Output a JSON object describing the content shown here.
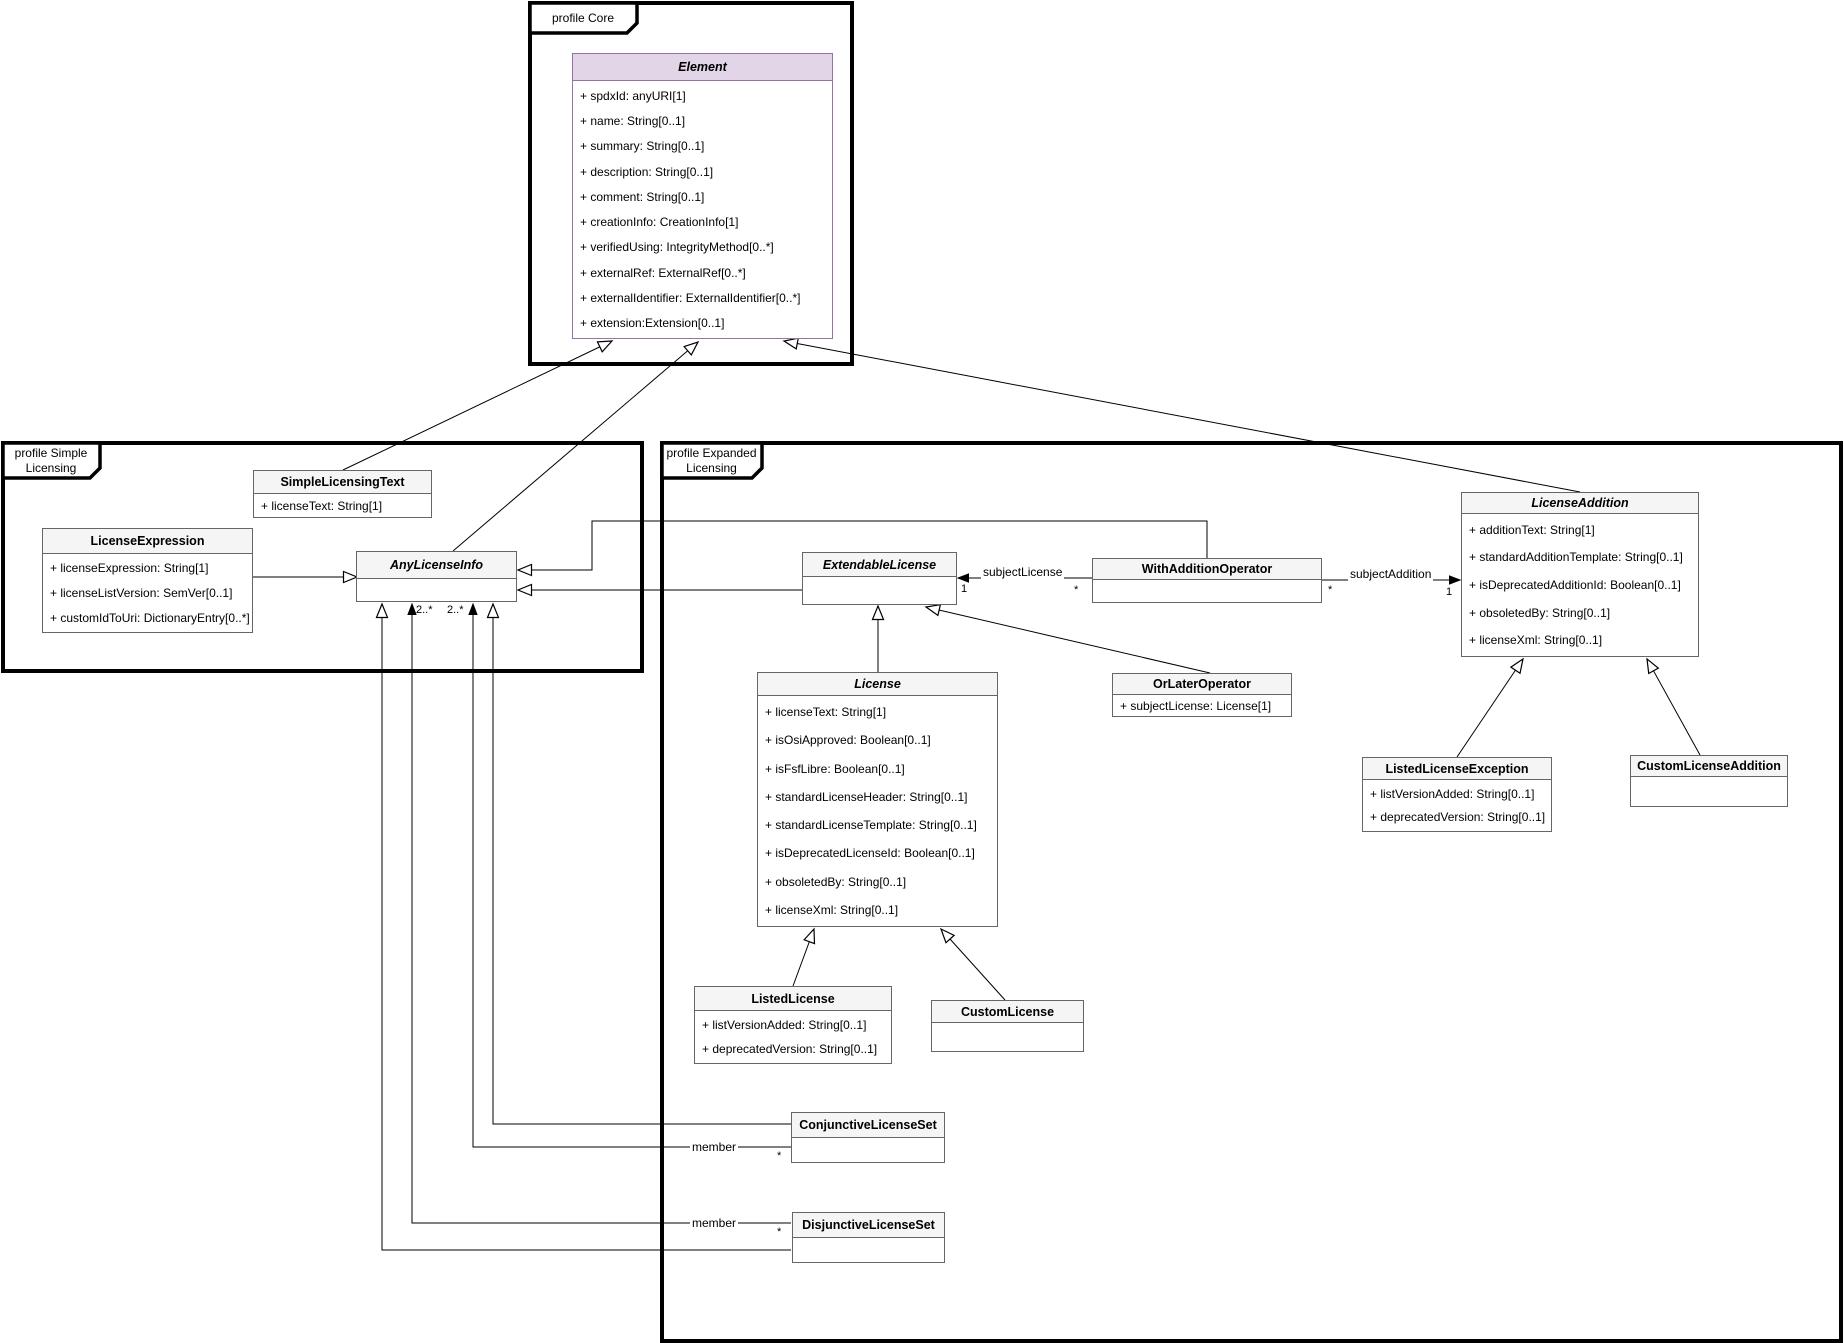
{
  "diagram_type": "uml-class-diagram",
  "packages": {
    "core": {
      "label": "profile Core"
    },
    "simple": {
      "label": "profile Simple Licensing"
    },
    "expanded": {
      "label": "profile Expanded Licensing"
    }
  },
  "classes": {
    "element": {
      "name": "Element",
      "abstract": true,
      "attributes": [
        "+ spdxId: anyURI[1]",
        "+ name: String[0..1]",
        "+ summary: String[0..1]",
        "+ description: String[0..1]",
        "+ comment: String[0..1]",
        "+ creationInfo: CreationInfo[1]",
        "+ verifiedUsing: IntegrityMethod[0..*]",
        "+ externalRef: ExternalRef[0..*]",
        "+ externalIdentifier: ExternalIdentifier[0..*]",
        "+ extension:Extension[0..1]"
      ]
    },
    "simpleLicensingText": {
      "name": "SimpleLicensingText",
      "abstract": false,
      "attributes": [
        "+ licenseText: String[1]"
      ]
    },
    "licenseExpression": {
      "name": "LicenseExpression",
      "abstract": false,
      "attributes": [
        "+ licenseExpression: String[1]",
        "+ licenseListVersion: SemVer[0..1]",
        "+ customIdToUri: DictionaryEntry[0..*]"
      ]
    },
    "anyLicenseInfo": {
      "name": "AnyLicenseInfo",
      "abstract": true,
      "attributes": []
    },
    "extendableLicense": {
      "name": "ExtendableLicense",
      "abstract": true,
      "attributes": []
    },
    "withAdditionOperator": {
      "name": "WithAdditionOperator",
      "abstract": false,
      "attributes": []
    },
    "licenseAddition": {
      "name": "LicenseAddition",
      "abstract": true,
      "attributes": [
        "+ additionText: String[1]",
        "+ standardAdditionTemplate: String[0..1]",
        "+ isDeprecatedAdditionId: Boolean[0..1]",
        "+ obsoletedBy: String[0..1]",
        "+ licenseXml: String[0..1]"
      ]
    },
    "license": {
      "name": "License",
      "abstract": true,
      "attributes": [
        "+ licenseText: String[1]",
        "+ isOsiApproved: Boolean[0..1]",
        "+ isFsfLibre: Boolean[0..1]",
        "+ standardLicenseHeader: String[0..1]",
        "+ standardLicenseTemplate: String[0..1]",
        "+ isDeprecatedLicenseId: Boolean[0..1]",
        "+ obsoletedBy: String[0..1]",
        "+ licenseXml: String[0..1]"
      ]
    },
    "orLaterOperator": {
      "name": "OrLaterOperator",
      "abstract": false,
      "attributes": [
        "+ subjectLicense: License[1]"
      ]
    },
    "listedLicenseException": {
      "name": "ListedLicenseException",
      "abstract": false,
      "attributes": [
        "+ listVersionAdded: String[0..1]",
        "+ deprecatedVersion: String[0..1]"
      ]
    },
    "customLicenseAddition": {
      "name": "CustomLicenseAddition",
      "abstract": false,
      "attributes": []
    },
    "listedLicense": {
      "name": "ListedLicense",
      "abstract": false,
      "attributes": [
        "+ listVersionAdded: String[0..1]",
        "+ deprecatedVersion: String[0..1]"
      ]
    },
    "customLicense": {
      "name": "CustomLicense",
      "abstract": false,
      "attributes": []
    },
    "conjunctiveLicenseSet": {
      "name": "ConjunctiveLicenseSet",
      "abstract": false,
      "attributes": []
    },
    "disjunctiveLicenseSet": {
      "name": "DisjunctiveLicenseSet",
      "abstract": false,
      "attributes": []
    }
  },
  "edges": {
    "subject_license": {
      "label": "subjectLicense",
      "source_mult": "*",
      "target_mult": "1"
    },
    "subject_addition": {
      "label": "subjectAddition",
      "source_mult": "*",
      "target_mult": "1"
    },
    "conjunctive_member": {
      "label": "member",
      "source_mult": "*",
      "target_mult": "2..*"
    },
    "disjunctive_member": {
      "label": "member",
      "source_mult": "*",
      "target_mult": "2..*"
    }
  },
  "colors": {
    "element_header": "#E1D5E7",
    "element_border": "#9673A6",
    "class_header": "#F5F5F5",
    "class_border": "#666666",
    "package_border": "#000000",
    "line": "#000000"
  }
}
